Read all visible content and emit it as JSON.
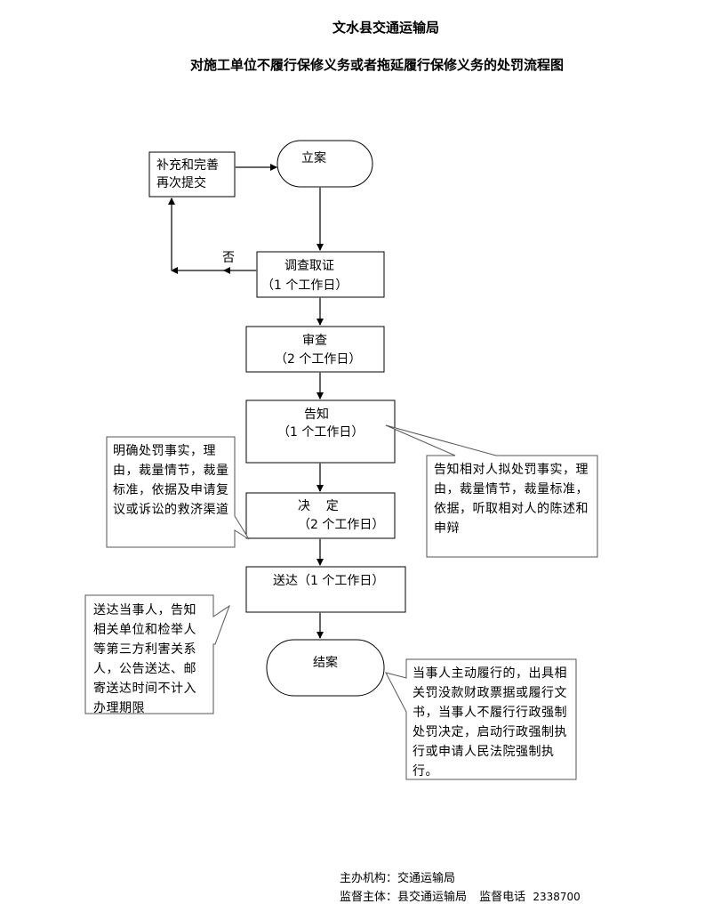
{
  "header": {
    "org": "文水县交通运输局",
    "title": "对施工单位不履行保修义务或者拖延履行保修义务的处罚流程图"
  },
  "nodes": {
    "register": "立案",
    "supplement_line1": "补充和完善",
    "supplement_line2": "再次提交",
    "investigate": "调查取证",
    "investigate_days": "（1 个工作日）",
    "review": "审查",
    "review_days": "（2 个工作日）",
    "notify": "告知",
    "notify_days": "（1 个工作日）",
    "decide": "决    定",
    "decide_days": "（2 个工作日）",
    "deliver": "送达（1 个工作日）",
    "close": "结案"
  },
  "edges": {
    "no_label": "否"
  },
  "callouts": {
    "decide_note": "明确处罚事实，理由，裁量情节，裁量标准，依据及申请复议或诉讼的救济渠道",
    "notify_note": "告知相对人拟处罚事实，理由，裁量情节，裁量标准，依据，听取相对人的陈述和申辩",
    "deliver_note": "送达当事人，告知相关单位和检举人等第三方利害关系人，公告送达、邮寄送达时间不计入办理期限",
    "close_note": "当事人主动履行的，出具相关罚没款财政票据或履行文书，当事人不履行行政强制处罚决定，启动行政强制执行或申请人民法院强制执行。"
  },
  "footer": {
    "host_label": "主办机构：",
    "host_value": "交通运输局",
    "supervisor_label": "监督主体：",
    "supervisor_value": "县交通运输局",
    "phone_label": "监督电话",
    "phone_value": "2338700"
  }
}
